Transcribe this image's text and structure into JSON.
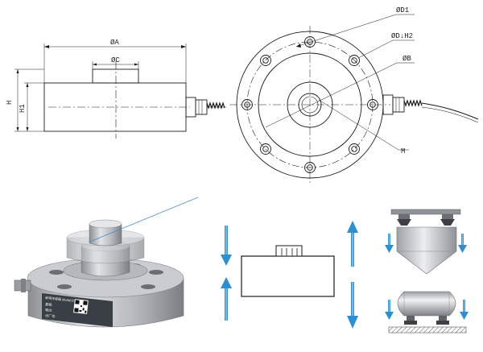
{
  "drawing": {
    "side_view": {
      "dim_A": "ØA",
      "dim_C": "ØC",
      "dim_H": "H",
      "dim_H1": "H1"
    },
    "front_view": {
      "dim_D1": "ØD1",
      "dim_D_H2": "ØD↓H2",
      "dim_B": "ØB",
      "thread_M": "M"
    }
  },
  "photo": {
    "plate_line_1": "蚌埠传感器 Model:DYLF-102",
    "plate_line_2": "量程:",
    "plate_line_3": "输出:",
    "plate_line_4": "出厂号:"
  },
  "colors": {
    "line": "#1a1a1a",
    "arrow": "#3aa0d8",
    "steel": "#b9bcc0",
    "blue_leader": "#4a8fd0"
  }
}
